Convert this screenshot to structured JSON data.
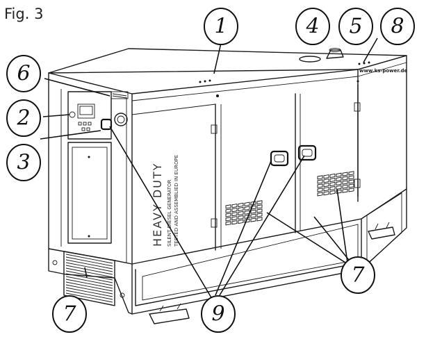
{
  "figure": {
    "label": "Fig. 3",
    "product_text": {
      "brand": "HEAVY DUTY",
      "line1": "SILENT DIESEL GENERATOR",
      "line2": "TESTED AND ASSEMBLIED IN EUROPE",
      "url": "www.ks-power.de"
    },
    "callouts": [
      {
        "id": "c1",
        "number": "1"
      },
      {
        "id": "c2",
        "number": "2"
      },
      {
        "id": "c3",
        "number": "3"
      },
      {
        "id": "c4",
        "number": "4"
      },
      {
        "id": "c5",
        "number": "5"
      },
      {
        "id": "c6",
        "number": "6"
      },
      {
        "id": "c7a",
        "number": "7"
      },
      {
        "id": "c7b",
        "number": "7"
      },
      {
        "id": "c8",
        "number": "8"
      },
      {
        "id": "c9",
        "number": "9"
      }
    ]
  }
}
